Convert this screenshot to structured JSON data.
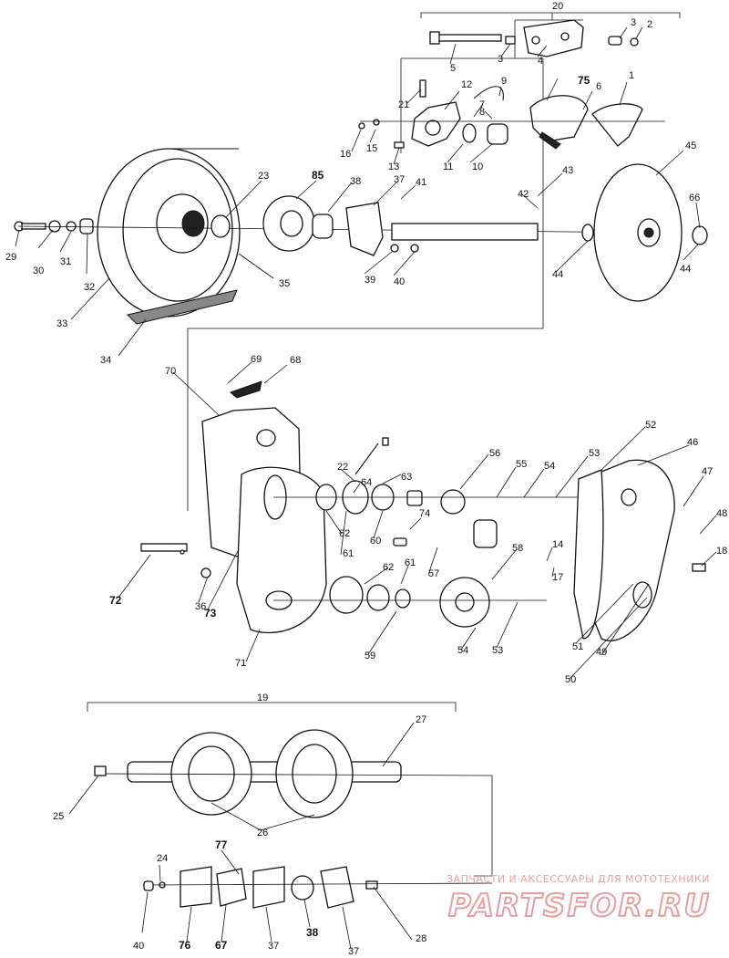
{
  "callouts": [
    {
      "text": "20",
      "bold": false
    },
    {
      "text": "3",
      "bold": false
    },
    {
      "text": "2",
      "bold": false
    },
    {
      "text": "3",
      "bold": false
    },
    {
      "text": "5",
      "bold": false
    },
    {
      "text": "4",
      "bold": false
    },
    {
      "text": "1",
      "bold": false
    },
    {
      "text": "21",
      "bold": false
    },
    {
      "text": "12",
      "bold": false
    },
    {
      "text": "9",
      "bold": false
    },
    {
      "text": "75",
      "bold": true
    },
    {
      "text": "7",
      "bold": false
    },
    {
      "text": "8",
      "bold": false
    },
    {
      "text": "6",
      "bold": false
    },
    {
      "text": "16",
      "bold": false
    },
    {
      "text": "15",
      "bold": false
    },
    {
      "text": "13",
      "bold": false
    },
    {
      "text": "11",
      "bold": false
    },
    {
      "text": "10",
      "bold": false
    },
    {
      "text": "45",
      "bold": false
    },
    {
      "text": "23",
      "bold": false
    },
    {
      "text": "85",
      "bold": true
    },
    {
      "text": "38",
      "bold": false
    },
    {
      "text": "37",
      "bold": false
    },
    {
      "text": "41",
      "bold": false
    },
    {
      "text": "43",
      "bold": false
    },
    {
      "text": "42",
      "bold": false
    },
    {
      "text": "66",
      "bold": false
    },
    {
      "text": "29",
      "bold": false
    },
    {
      "text": "30",
      "bold": false
    },
    {
      "text": "31",
      "bold": false
    },
    {
      "text": "32",
      "bold": false
    },
    {
      "text": "35",
      "bold": false
    },
    {
      "text": "39",
      "bold": false
    },
    {
      "text": "40",
      "bold": false
    },
    {
      "text": "44",
      "bold": false
    },
    {
      "text": "44",
      "bold": false
    },
    {
      "text": "33",
      "bold": false
    },
    {
      "text": "34",
      "bold": false
    },
    {
      "text": "69",
      "bold": false
    },
    {
      "text": "70",
      "bold": false
    },
    {
      "text": "68",
      "bold": false
    },
    {
      "text": "52",
      "bold": false
    },
    {
      "text": "46",
      "bold": false
    },
    {
      "text": "56",
      "bold": false
    },
    {
      "text": "55",
      "bold": false
    },
    {
      "text": "54",
      "bold": false
    },
    {
      "text": "53",
      "bold": false
    },
    {
      "text": "47",
      "bold": false
    },
    {
      "text": "22",
      "bold": false
    },
    {
      "text": "63",
      "bold": false
    },
    {
      "text": "64",
      "bold": false
    },
    {
      "text": "48",
      "bold": false
    },
    {
      "text": "62",
      "bold": false
    },
    {
      "text": "60",
      "bold": false
    },
    {
      "text": "74",
      "bold": false
    },
    {
      "text": "61",
      "bold": false
    },
    {
      "text": "57",
      "bold": false
    },
    {
      "text": "14",
      "bold": false
    },
    {
      "text": "18",
      "bold": false
    },
    {
      "text": "72",
      "bold": true
    },
    {
      "text": "58",
      "bold": false
    },
    {
      "text": "17",
      "bold": false
    },
    {
      "text": "62",
      "bold": false
    },
    {
      "text": "61",
      "bold": false
    },
    {
      "text": "36",
      "bold": false
    },
    {
      "text": "73",
      "bold": true
    },
    {
      "text": "51",
      "bold": false
    },
    {
      "text": "49",
      "bold": false
    },
    {
      "text": "59",
      "bold": false
    },
    {
      "text": "54",
      "bold": false
    },
    {
      "text": "53",
      "bold": false
    },
    {
      "text": "71",
      "bold": false
    },
    {
      "text": "50",
      "bold": false
    },
    {
      "text": "19",
      "bold": false
    },
    {
      "text": "27",
      "bold": false
    },
    {
      "text": "25",
      "bold": false
    },
    {
      "text": "26",
      "bold": false
    },
    {
      "text": "77",
      "bold": true
    },
    {
      "text": "24",
      "bold": false
    },
    {
      "text": "28",
      "bold": false
    },
    {
      "text": "40",
      "bold": false
    },
    {
      "text": "76",
      "bold": true
    },
    {
      "text": "67",
      "bold": true
    },
    {
      "text": "37",
      "bold": false
    },
    {
      "text": "38",
      "bold": true
    },
    {
      "text": "37",
      "bold": false
    }
  ],
  "watermark": {
    "tagline": "ЗАПЧАСТИ И АКСЕССУАРЫ ДЛЯ МОТОТЕХНИКИ",
    "brand": "PARTSFOR.RU"
  }
}
